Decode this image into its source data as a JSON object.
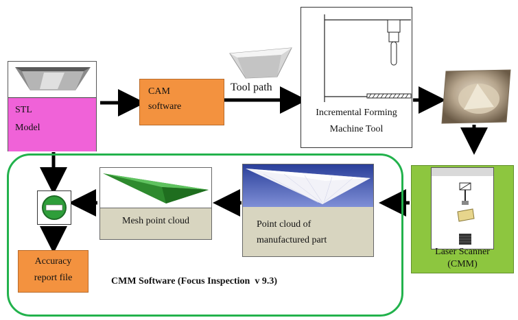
{
  "nodes": {
    "stl_model": {
      "label_line1": "STL",
      "label_line2": "Model"
    },
    "cam_software": {
      "label_line1": "CAM",
      "label_line2": "software"
    },
    "tool_path": {
      "label": "Tool path"
    },
    "forming_machine": {
      "label_line1": "Incremental Forming",
      "label_line2": "Machine Tool"
    },
    "laser_scanner": {
      "label_line1": "Laser Scanner",
      "label_line2": "(CMM)"
    },
    "point_cloud_manufactured": {
      "label_line1": "Point cloud of",
      "label_line2": "manufactured part"
    },
    "mesh_point_cloud": {
      "label": "Mesh point cloud"
    },
    "accuracy_report": {
      "label_line1": "Accuracy",
      "label_line2": "report file"
    }
  },
  "group": {
    "title": "CMM Software (Focus Inspection  v 9.3)"
  },
  "colors": {
    "stl_fill": "#f062d8",
    "cam_fill": "#f3923f",
    "report_fill": "#f3923f",
    "cloud_fill": "#d8d5c0",
    "scanner_fill": "#8dc63f",
    "group_border": "#22b24c",
    "compare_icon": "#2e9e3a"
  }
}
